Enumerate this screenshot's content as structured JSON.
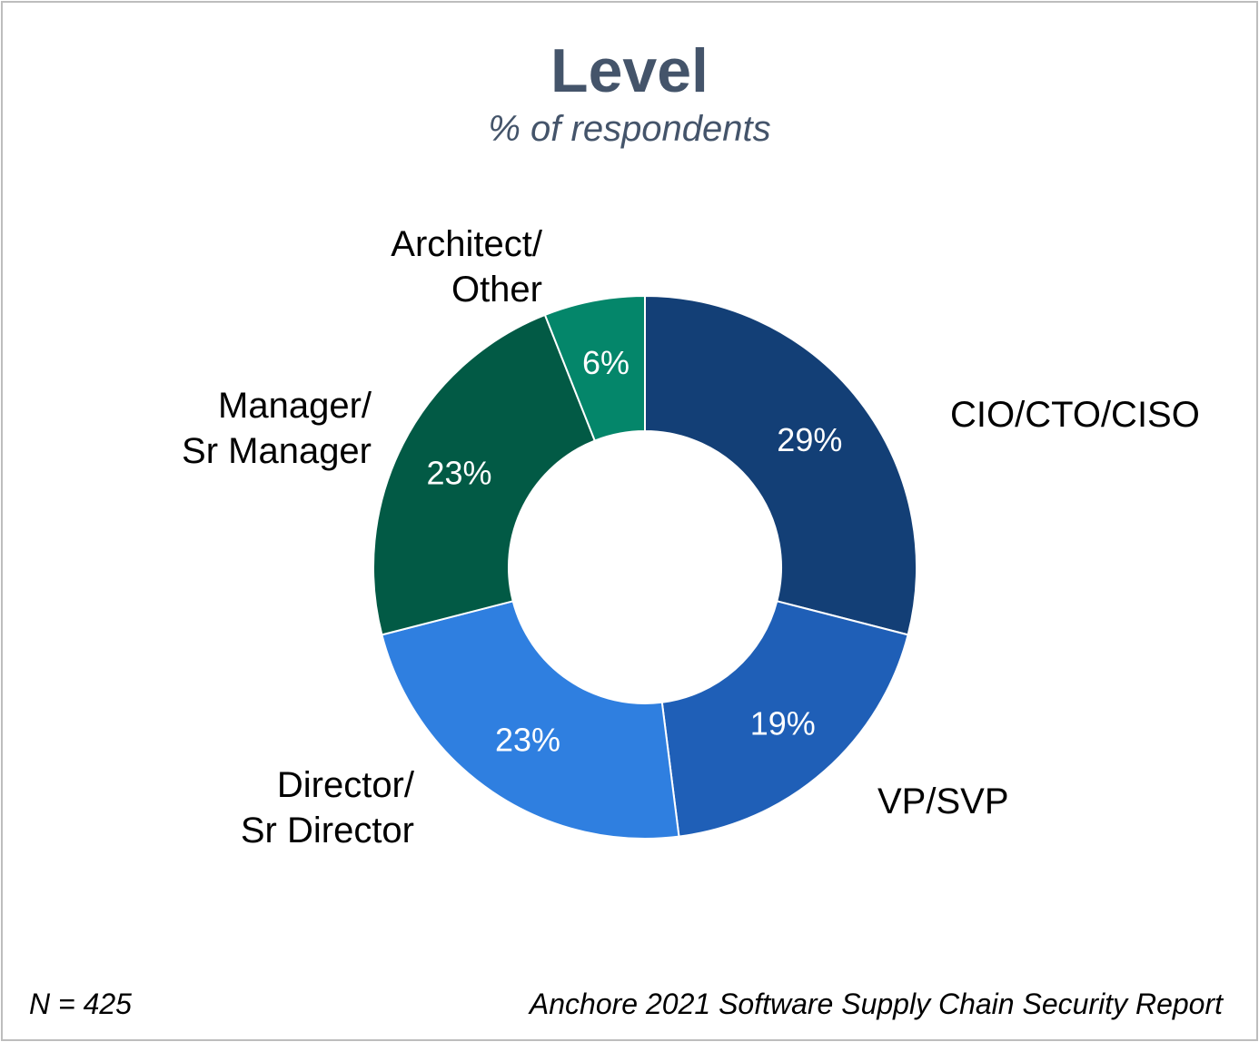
{
  "chart_data": {
    "type": "pie",
    "title": "Level",
    "subtitle": "% of respondents",
    "categories": [
      "CIO/CTO/CISO",
      "VP/SVP",
      "Director/\nSr Director",
      "Manager/\nSr Manager",
      "Architect/\nOther"
    ],
    "values": [
      29,
      19,
      23,
      23,
      6
    ],
    "data_labels": [
      "29%",
      "19%",
      "23%",
      "23%",
      "6%"
    ],
    "colors": [
      "#133f76",
      "#1f5fb7",
      "#2f7fe0",
      "#025a45",
      "#04866a"
    ],
    "donut": true
  },
  "footer": {
    "n": "N = 425",
    "source": "Anchore 2021 Software Supply Chain Security Report"
  }
}
